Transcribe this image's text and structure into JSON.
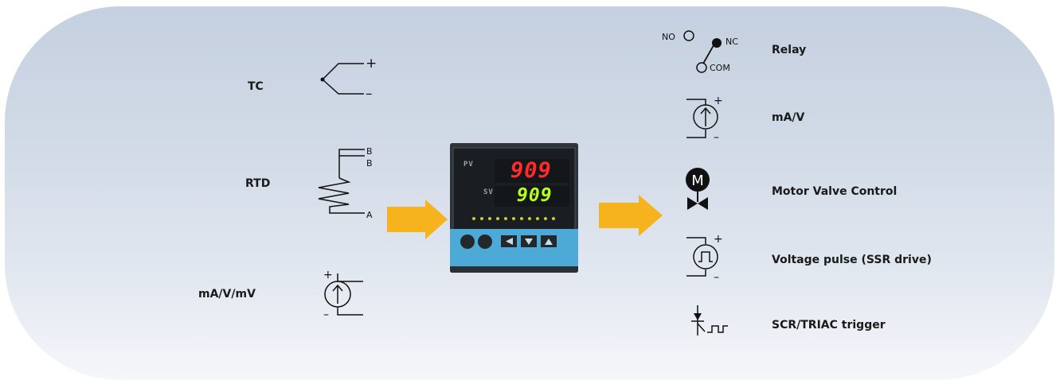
{
  "inputs": {
    "tc": {
      "label": "TC",
      "plus": "+",
      "minus": "–"
    },
    "rtd": {
      "label": "RTD",
      "terminal_b1": "B",
      "terminal_b2": "B",
      "terminal_a": "A"
    },
    "mavmv": {
      "label": "mA/V/mV",
      "plus": "+",
      "minus": "–"
    }
  },
  "controller": {
    "pv_label": "PV",
    "pv_value": "909",
    "sv_label": "SV",
    "sv_value": "909"
  },
  "outputs": {
    "relay": {
      "label": "Relay",
      "no": "NO",
      "nc": "NC",
      "com": "COM"
    },
    "mav": {
      "label": "mA/V",
      "plus": "+",
      "minus": "–"
    },
    "motor": {
      "label": "Motor Valve Control",
      "letter": "M"
    },
    "voltage_pulse": {
      "label": "Voltage pulse (SSR drive)",
      "plus": "+",
      "minus": "–"
    },
    "scr": {
      "label": "SCR/TRIAC trigger"
    }
  },
  "colors": {
    "arrow": "#f7b31d",
    "pv_digits": "#ff2a2a",
    "sv_digits": "#b6ff1a"
  }
}
